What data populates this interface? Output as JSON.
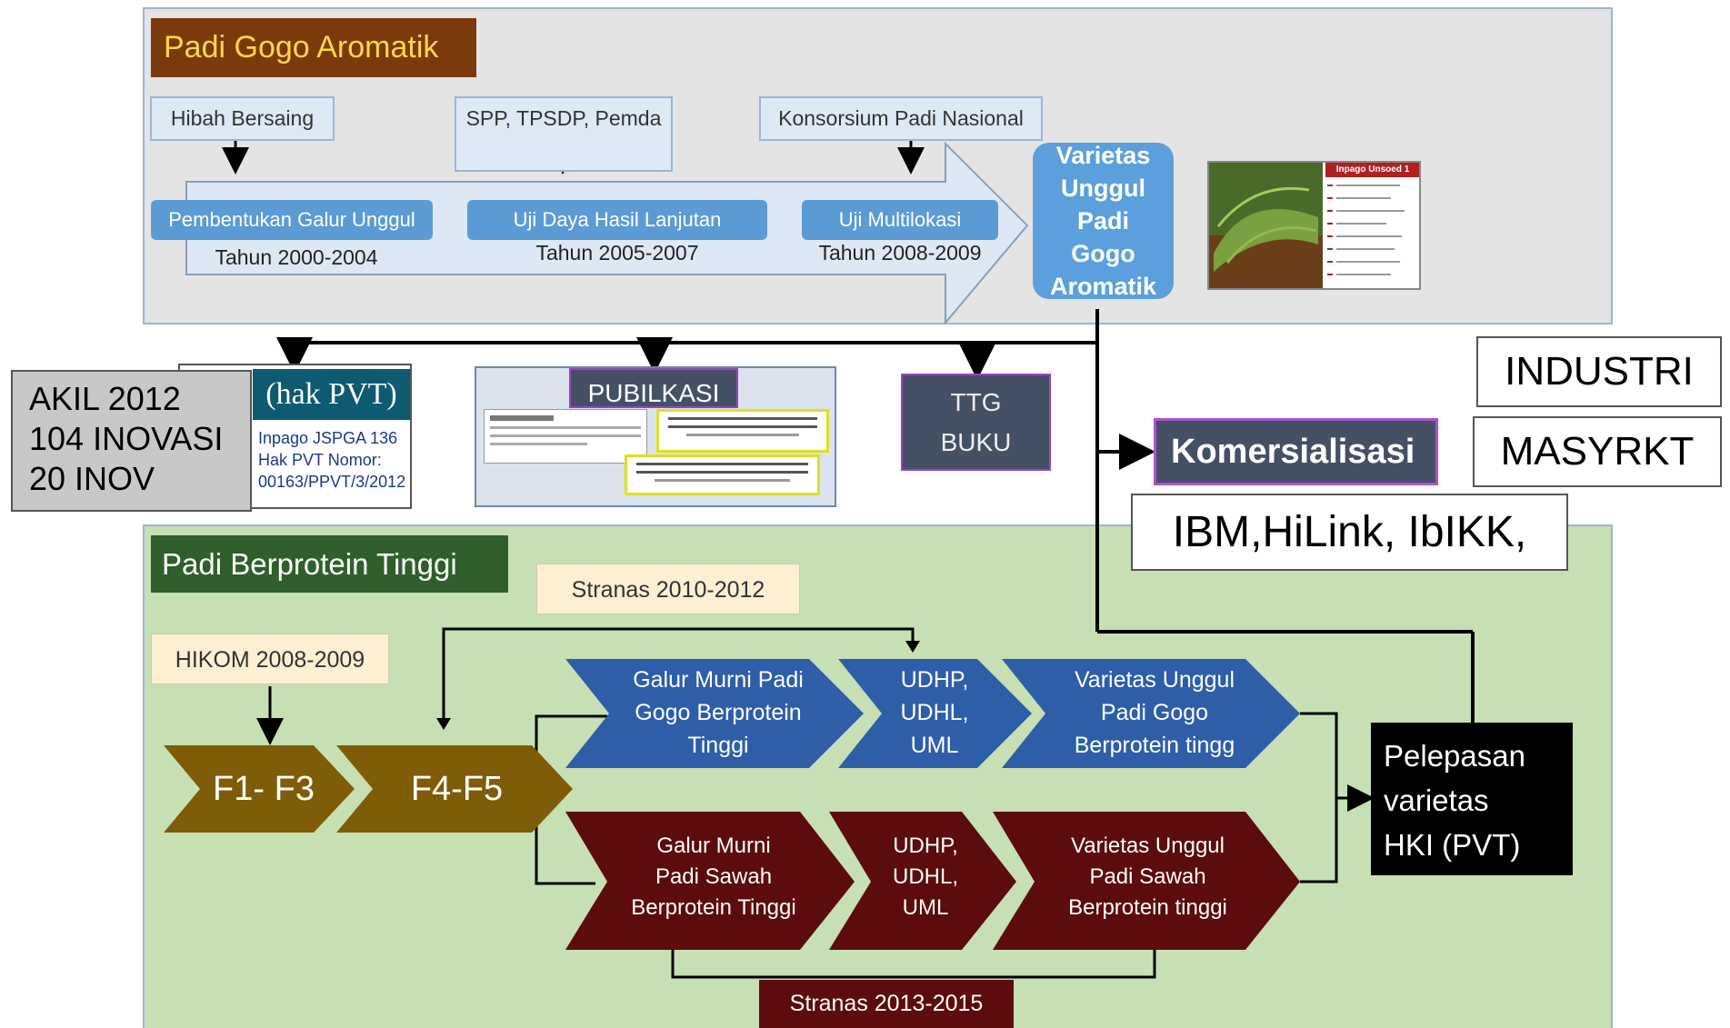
{
  "top_panel": {
    "title": "Padi Gogo Aromatik",
    "sources": [
      "Hibah Bersaing",
      "SPP, TPSDP, Pemda",
      "Konsorsium Padi Nasional"
    ],
    "stages": [
      {
        "label": "Pembentukan Galur Unggul",
        "years": "Tahun  2000-2004"
      },
      {
        "label": "Uji Daya Hasil Lanjutan",
        "years": "Tahun  2005-2007"
      },
      {
        "label": "Uji Multilokasi",
        "years": "Tahun  2008-2009"
      }
    ],
    "result": [
      "Varietas",
      "Unggul  Padi",
      "Gogo",
      "Aromatik"
    ],
    "photo_caption": "Inpago Unsoed 1"
  },
  "outputs": {
    "pvt_header": "(hak PVT)",
    "pvt_lines": [
      "Inpago JSPGA 136",
      "Hak PVT Nomor:",
      "00163/PPVT/3/2012"
    ],
    "publikasi": "PUBILKASI",
    "ttg_lines": [
      "TTG",
      "BUKU"
    ],
    "akil_lines": [
      "AKIL 2012",
      "104 INOVASI",
      "20 INOV"
    ],
    "komersialisasi": "Komersialisasi",
    "industri": "INDUSTRI",
    "masyrkt": "MASYRKT",
    "ibm": "IBM,HiLink, IbIKK,"
  },
  "bottom_panel": {
    "title": "Padi Berprotein Tinggi",
    "stranas_top": "Stranas 2010-2012",
    "hikom": "HIKOM 2008-2009",
    "f1": "F1-  F3",
    "f4": "F4-F5",
    "blue_row": [
      [
        "Galur  Murni Padi",
        "Gogo Berprotein",
        "Tinggi"
      ],
      [
        "UDHP,",
        "UDHL,",
        "UML"
      ],
      [
        "Varietas Unggul",
        "Padi Gogo",
        "Berprotein tingg"
      ]
    ],
    "red_row": [
      [
        "Galur  Murni",
        "Padi Sawah",
        "Berprotein Tinggi"
      ],
      [
        "UDHP,",
        "UDHL,",
        "UML"
      ],
      [
        "Varietas Unggul",
        "Padi  Sawah",
        "Berprotein tinggi"
      ]
    ],
    "pelepasan_lines": [
      "Pelepasan",
      "varietas",
      "HKI (PVT)"
    ],
    "stranas_bottom": "Stranas 2013-2015"
  },
  "colors": {
    "brown": "#7a3a0c",
    "green_title": "#2f5f2a",
    "blue_stage": "#5b9bd5",
    "olive_chevron": "#7f5c07",
    "blue_chevron": "#2e5ea8",
    "red_chevron": "#5c0c0c",
    "panel_green": "#c6e0b4"
  }
}
